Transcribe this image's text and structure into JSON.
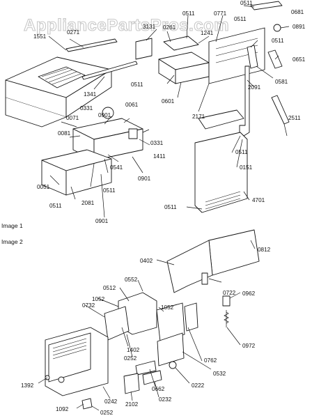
{
  "watermark": "AppliancePartsPros.com",
  "sections": {
    "image1": "Image 1",
    "image2": "Image 2"
  },
  "image1_labels": {
    "p0511_top": "0511",
    "p0681": "0681",
    "p0891": "0891",
    "p1551": "1551",
    "p0271": "0271",
    "p3131": "3131",
    "p0261": "0261",
    "p0511_b": "0511",
    "p1241": "1241",
    "p0771": "0771",
    "p0511_c": "0511",
    "p0511_d": "0511",
    "p0651": "0651",
    "p0581": "0581",
    "p2091": "2091",
    "p0511_e": "0511",
    "p0601": "0601",
    "p1341": "1341",
    "p2171": "2171",
    "p2511": "2511",
    "p0331_a": "0331",
    "p0901_a": "0901",
    "p0061": "0061",
    "p0071": "0071",
    "p0081": "0081",
    "p0331_b": "0331",
    "p1411": "1411",
    "p0541": "0541",
    "p0901_b": "0901",
    "p0511_f": "0511",
    "p0151": "0151",
    "p0051": "0051",
    "p0511_g": "0511",
    "p2081": "2081",
    "p0511_h": "0511",
    "p4701": "4701",
    "p0901_c": "0901",
    "p0511_i": "0511"
  },
  "image2_labels": {
    "p0402": "0402",
    "p0812": "0812",
    "p0552": "0552",
    "p0512": "0512",
    "p1052_a": "1052",
    "p0732": "0732",
    "p0722": "0722",
    "p1052_b": "1052",
    "p0962": "0962",
    "p1402": "1402",
    "p0252_a": "0252",
    "p0762": "0762",
    "p0972": "0972",
    "p0532": "0532",
    "p0222": "0222",
    "p1392": "1392",
    "p0662": "0662",
    "p0232": "0232",
    "p0242": "0242",
    "p2102": "2102",
    "p1092": "1092",
    "p0252_b": "0252"
  }
}
